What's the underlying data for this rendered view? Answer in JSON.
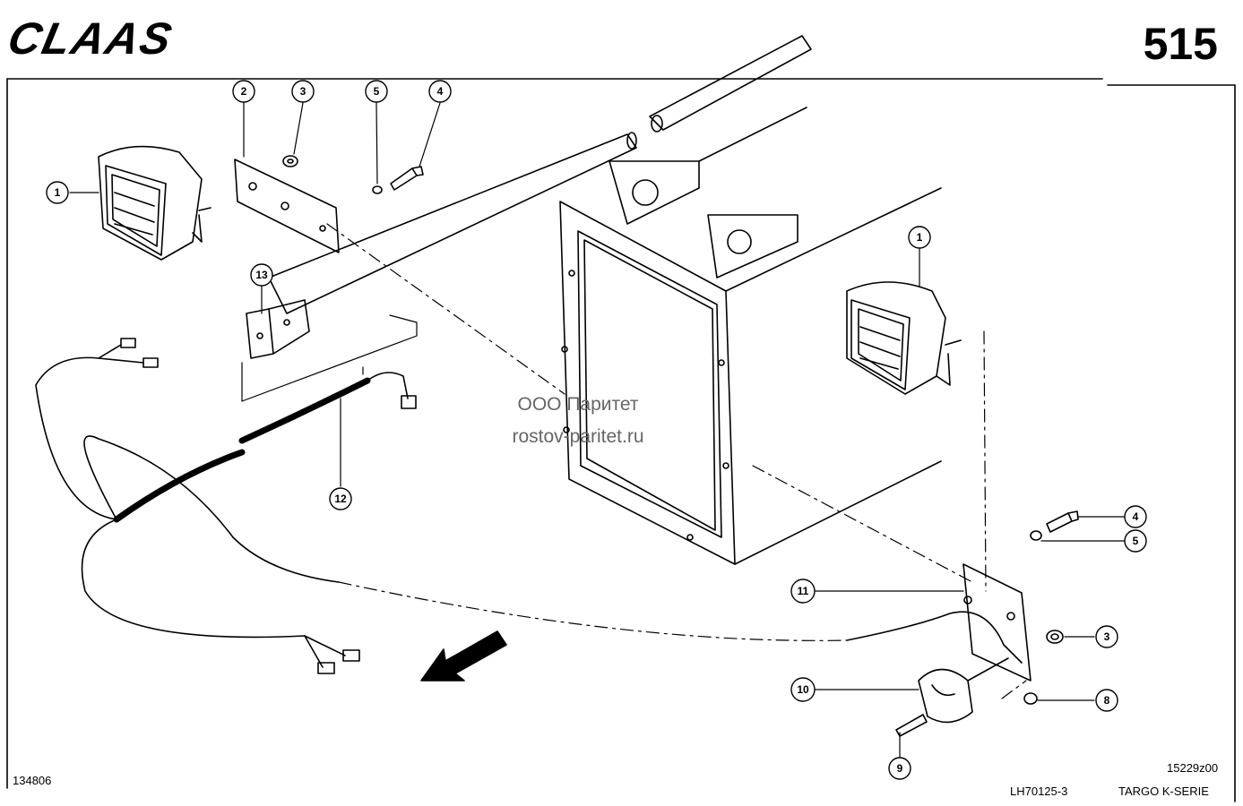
{
  "header": {
    "brand": "CLAAS",
    "page_number": "515"
  },
  "watermark": {
    "line1": "ООО Паритет",
    "line2": "rostov-paritet.ru"
  },
  "footer": {
    "left_code": "134806",
    "drawing_ref": "15229z00",
    "doc_ref": "LH70125-3",
    "series": "TARGO K-SERIE"
  },
  "callouts": [
    "1",
    "2",
    "3",
    "5",
    "4",
    "13",
    "12",
    "1",
    "4",
    "5",
    "11",
    "3",
    "10",
    "8",
    "9"
  ]
}
